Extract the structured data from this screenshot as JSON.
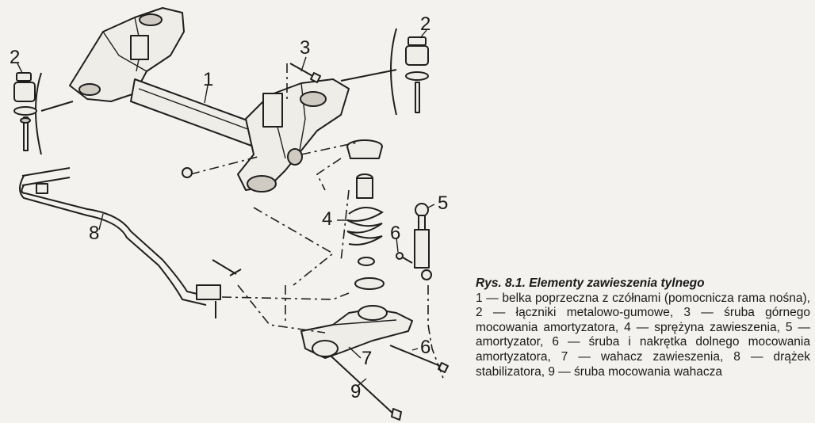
{
  "figure": {
    "callouts": [
      "1",
      "2",
      "2",
      "3",
      "4",
      "5",
      "6",
      "6",
      "7",
      "8",
      "9"
    ]
  },
  "caption": {
    "title": "Rys. 8.1. Elementy zawieszenia tylnego",
    "body": "1 — belka poprzeczna z czółnami (pomocnicza rama nośna), 2 — łączniki metalowo-gumowe, 3 — śruba górnego mocowania amortyzatora, 4 — sprężyna zawieszenia, 5 — amortyzator, 6 — śruba i nakrętka dolnego mocowania amortyzatora, 7 — wahacz zawieszenia, 8 — drążek stabilizatora, 9 — śruba mocowania wahacza"
  }
}
